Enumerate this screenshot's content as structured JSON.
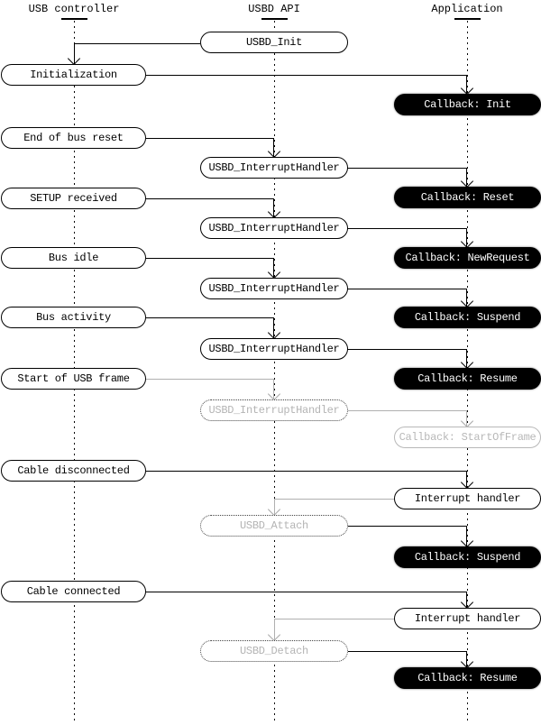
{
  "columns": [
    "USB controller",
    "USBD API",
    "Application"
  ],
  "nodes": {
    "usbd_init": "USBD_Init",
    "initialization": "Initialization",
    "cb_init": "Callback: Init",
    "end_of_bus_reset": "End of bus reset",
    "ih1": "USBD_InterruptHandler",
    "cb_reset": "Callback: Reset",
    "setup_received": "SETUP received",
    "ih2": "USBD_InterruptHandler",
    "cb_newrequest": "Callback: NewRequest",
    "bus_idle": "Bus idle",
    "ih3": "USBD_InterruptHandler",
    "cb_suspend1": "Callback: Suspend",
    "bus_activity": "Bus activity",
    "ih4": "USBD_InterruptHandler",
    "cb_resume1": "Callback: Resume",
    "start_of_usb_frame": "Start of USB frame",
    "ih5": "USBD_InterruptHandler",
    "cb_startofframe": "Callback: StartOfFrame",
    "cable_disconnected": "Cable disconnected",
    "interrupt_handler1": "Interrupt handler",
    "usbd_attach": "USBD_Attach",
    "cb_suspend2": "Callback: Suspend",
    "cable_connected": "Cable connected",
    "interrupt_handler2": "Interrupt handler",
    "usbd_detach": "USBD_Detach",
    "cb_resume2": "Callback: Resume"
  },
  "colors": {
    "line_black": "#000000",
    "line_gray": "#b0b0b0",
    "inactive_text_gray": "#b4b4b4",
    "callback_bg": "#000000",
    "callback_text": "#ffffff"
  }
}
